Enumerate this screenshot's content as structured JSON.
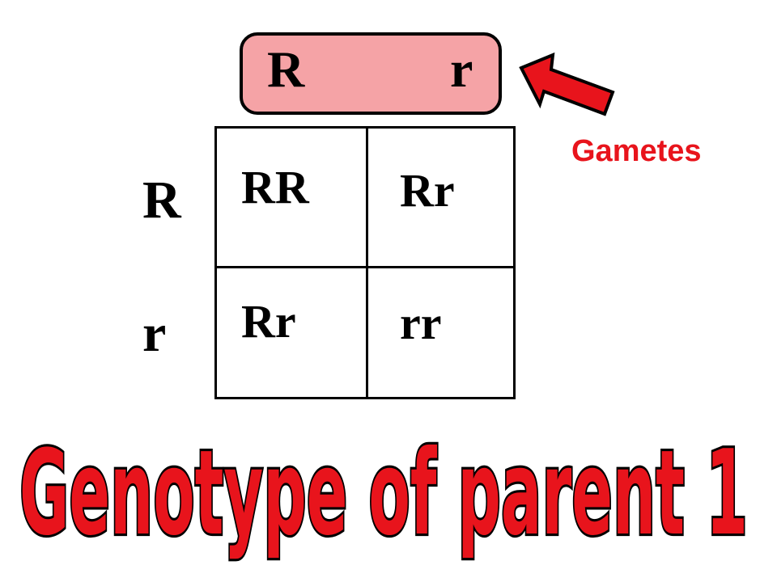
{
  "gametes_top": [
    "R",
    "r"
  ],
  "gametes_side": [
    "R",
    "r"
  ],
  "grid": [
    [
      "RR",
      "Rr"
    ],
    [
      "Rr",
      "rr"
    ]
  ],
  "gametes_label": "Gametes",
  "caption": "Genotype of parent 1",
  "colors": {
    "gamete_box_fill": "#f5a3a6",
    "accent_red": "#e8141c",
    "outline": "#000000"
  },
  "icons": {
    "arrow": "red-arrow-icon"
  }
}
